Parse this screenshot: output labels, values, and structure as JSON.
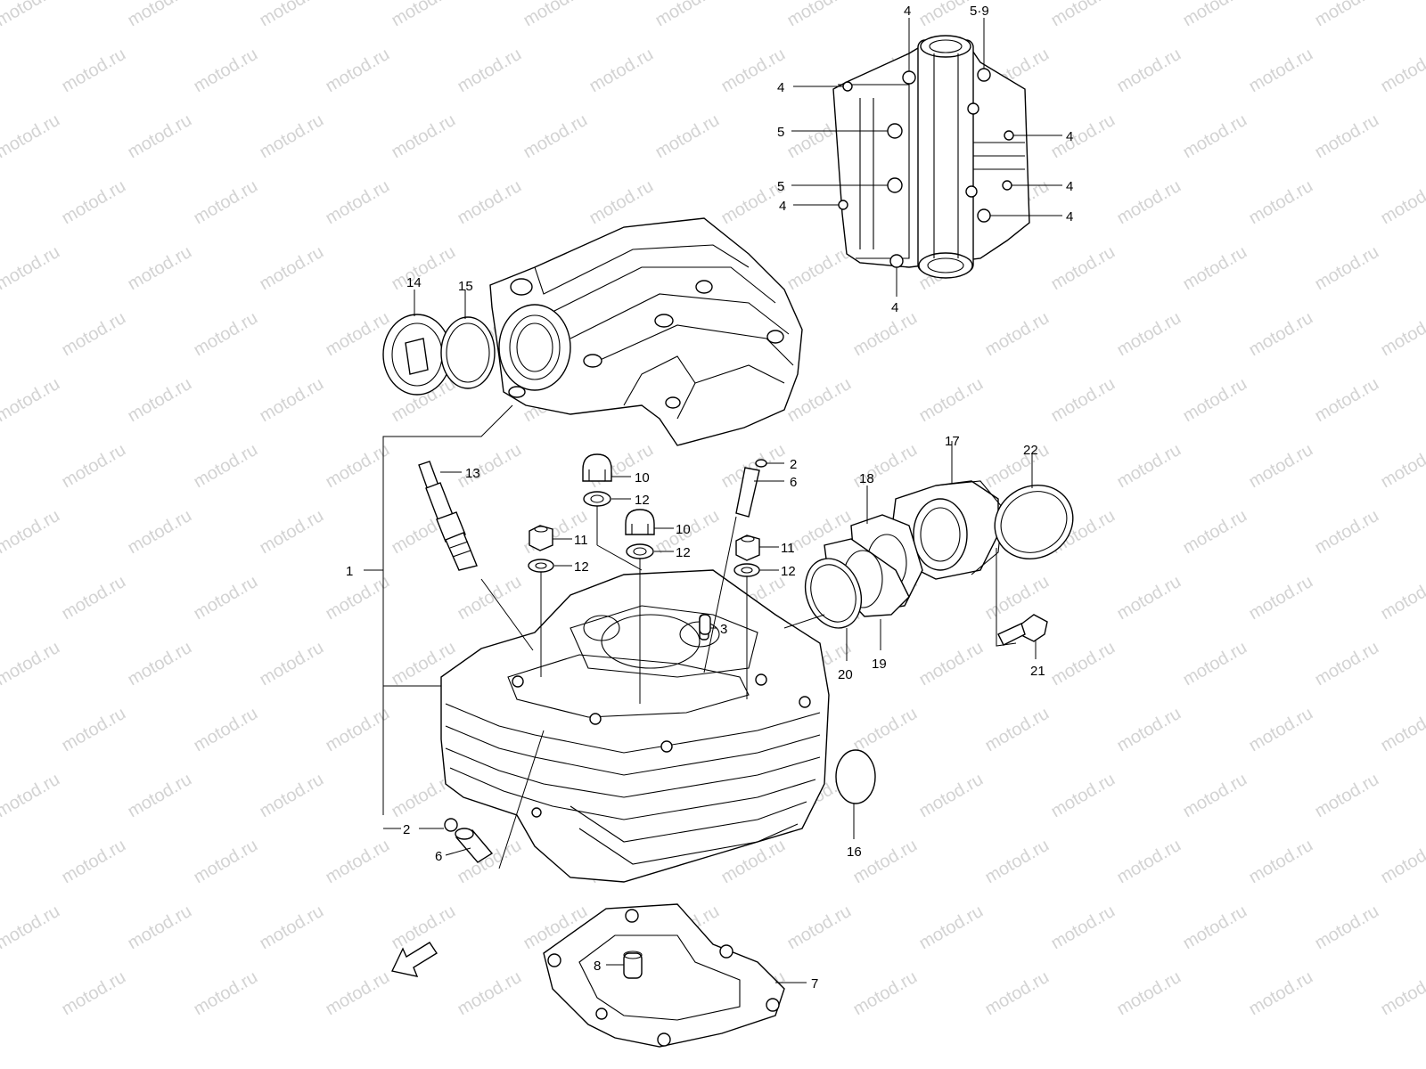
{
  "watermark": "motod.ru",
  "fwd_label": "FWD",
  "callouts": {
    "c1": "1",
    "c2a": "2",
    "c2b": "2",
    "c3": "3",
    "c4a": "4",
    "c4b": "4",
    "c4c": "4",
    "c4d": "4",
    "c4e": "4",
    "c4f": "4",
    "c4g": "4",
    "c59": "5·9",
    "c5a": "5",
    "c5b": "5",
    "c6a": "6",
    "c6b": "6",
    "c7": "7",
    "c8": "8",
    "c10a": "10",
    "c10b": "10",
    "c11a": "11",
    "c11b": "11",
    "c12a": "12",
    "c12b": "12",
    "c12c": "12",
    "c12d": "12",
    "c13": "13",
    "c14": "14",
    "c15": "15",
    "c16": "16",
    "c17": "17",
    "c18": "18",
    "c19": "19",
    "c20": "20",
    "c21": "21",
    "c22": "22"
  }
}
